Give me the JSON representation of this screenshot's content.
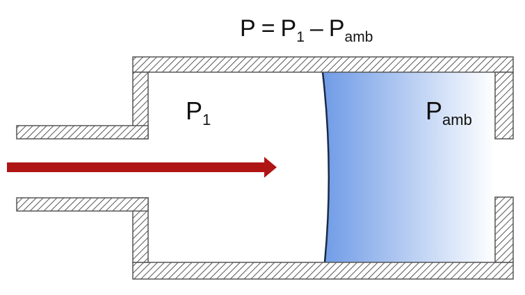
{
  "equation": {
    "lhs": "P",
    "equals": "=",
    "p1_base": "P",
    "p1_sub": "1",
    "minus": "–",
    "pamb_base": "P",
    "pamb_sub": "amb"
  },
  "labels": {
    "inside": {
      "base": "P",
      "sub": "1"
    },
    "outside": {
      "base": "P",
      "sub": "amb"
    }
  },
  "colors": {
    "wall_hatch": "#555555",
    "arrow": "#b01515",
    "fluid_start": "#6f9be6",
    "fluid_end": "#ffffff",
    "interface": "#1a2a45"
  }
}
